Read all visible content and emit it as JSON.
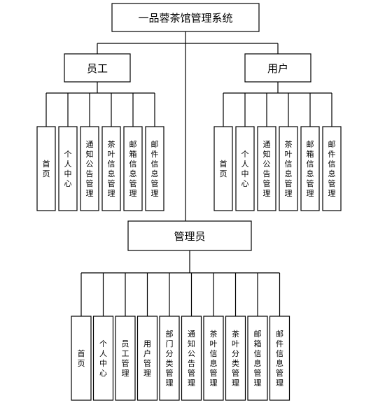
{
  "root": {
    "label": "一品蓉茶馆管理系统"
  },
  "staff": {
    "label": "员工",
    "modules": [
      "首页",
      "个人中心",
      "通知公告管理",
      "茶叶信息管理",
      "邮箱信息管理",
      "邮件信息管理"
    ]
  },
  "user": {
    "label": "用户",
    "modules": [
      "首页",
      "个人中心",
      "通知公告管理",
      "茶叶信息管理",
      "邮箱信息管理",
      "邮件信息管理"
    ]
  },
  "admin": {
    "label": "管理员",
    "modules": [
      "首页",
      "个人中心",
      "员工管理",
      "用户管理",
      "部门分类管理",
      "通知公告管理",
      "茶叶信息管理",
      "茶叶分类管理",
      "邮箱信息管理",
      "邮件信息管理"
    ]
  },
  "colors": {
    "line": "#000000",
    "box_fill": "#ffffff",
    "text": "#000000"
  }
}
